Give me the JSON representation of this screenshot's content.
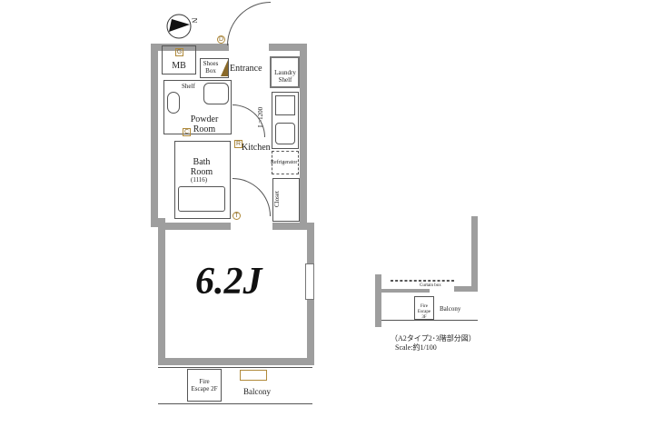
{
  "plan": {
    "compass": {
      "north_label": "N"
    },
    "rooms": {
      "mb": "MB",
      "shoes_box": "Shoes Box",
      "entrance": "Entrance",
      "laundry": "Laundry Shelf",
      "shelf": "Shelf",
      "powder_room": "Powder Room",
      "kitchen": "Kitchen",
      "kitchen_length": "L=1200",
      "refrigerator": "Refrigerator",
      "bath_room": "Bath Room",
      "bath_size": "(1116)",
      "closet": "Closet",
      "living_size": "6.2J",
      "fire_escape": "Fire Escape 2F",
      "balcony": "Balcony"
    },
    "tags": {
      "g": "G",
      "c": "C",
      "r": "R",
      "d": "D",
      "t": "T"
    },
    "inset": {
      "curtain_box": "Curtain box",
      "fire_escape": "Fire Escape 3F",
      "balcony": "Balcony",
      "title": "（A2タイプ2･3階部分図）",
      "scale": "Scale:約1/100"
    }
  }
}
